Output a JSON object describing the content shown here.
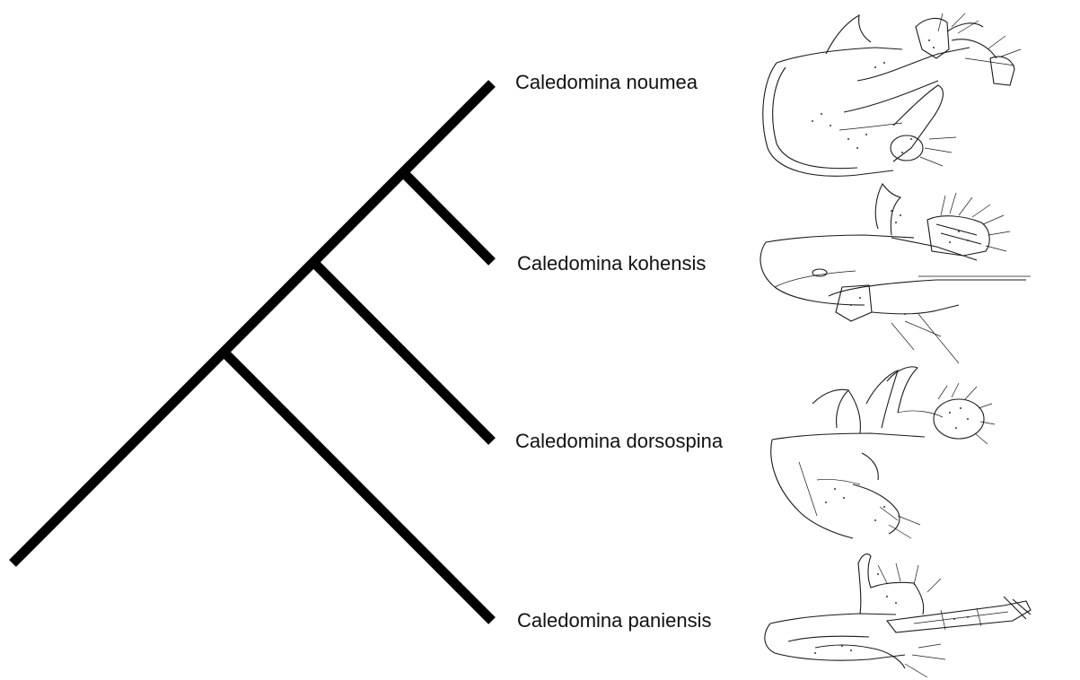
{
  "taxa": [
    {
      "label": "Caledomina noumea",
      "illustration": "male-genitalia-noumea"
    },
    {
      "label": "Caledomina kohensis",
      "illustration": "male-genitalia-kohensis"
    },
    {
      "label": "Caledomina dorsospina",
      "illustration": "male-genitalia-dorsospina"
    },
    {
      "label": "Caledomina paniensis",
      "illustration": "male-genitalia-paniensis"
    }
  ],
  "tree": {
    "topology": "(paniensis,(dorsospina,(kohensis,noumea)))",
    "line_color": "#000000"
  }
}
